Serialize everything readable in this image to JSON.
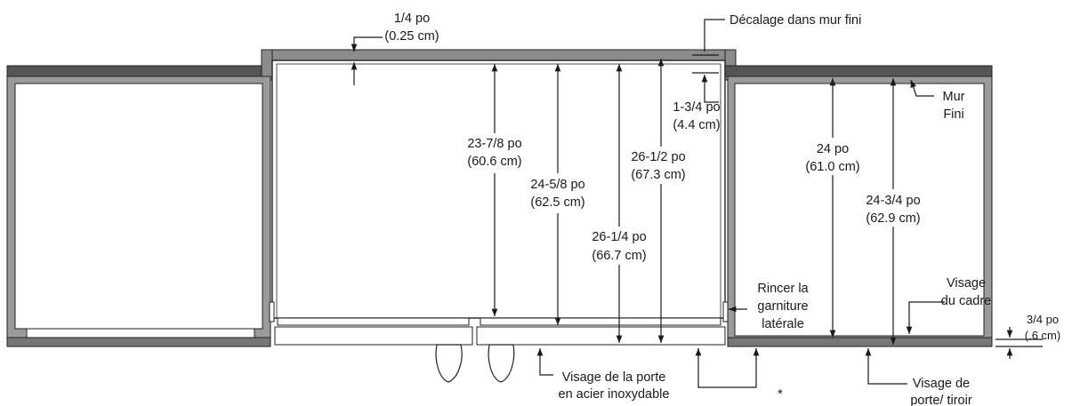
{
  "dimensions": {
    "top_gap": {
      "imperial": "1/4 po",
      "metric": "(0.25 cm)"
    },
    "offset_note": "Décalage dans mur fini",
    "offset_depth": {
      "imperial": "1-3/4 po",
      "metric": "(4.4 cm)"
    },
    "d1": {
      "imperial": "23-7/8 po",
      "metric": "(60.6 cm)"
    },
    "d2": {
      "imperial": "24-5/8 po",
      "metric": "(62.5 cm)"
    },
    "d3": {
      "imperial": "26-1/4 po",
      "metric": "(66.7 cm)"
    },
    "d4": {
      "imperial": "26-1/2 po",
      "metric": "(67.3 cm)"
    },
    "d5": {
      "imperial": "24 po",
      "metric": "(61.0 cm)"
    },
    "d6": {
      "imperial": "24-3/4 po",
      "metric": "(62.9 cm)"
    },
    "door_proud": {
      "imperial": "3/4 po",
      "metric": "(.6 cm)"
    }
  },
  "labels": {
    "finished_wall_1": "Mur",
    "finished_wall_2": "Fini",
    "frame_face_1": "Visage",
    "frame_face_2": "du cadre",
    "flush_trim_1": "Rincer la",
    "flush_trim_2": "garniture",
    "flush_trim_3": "latérale",
    "door_face_1": "Visage de la  porte",
    "door_face_2": "en acier inoxydable",
    "drawer_face_1": "Visage de",
    "drawer_face_2": "porte/ tiroir",
    "asterisk": "*"
  },
  "colors": {
    "wall": "#9b9b9b",
    "wall_dark": "#4a4a4a",
    "line": "#1a1a1a"
  }
}
